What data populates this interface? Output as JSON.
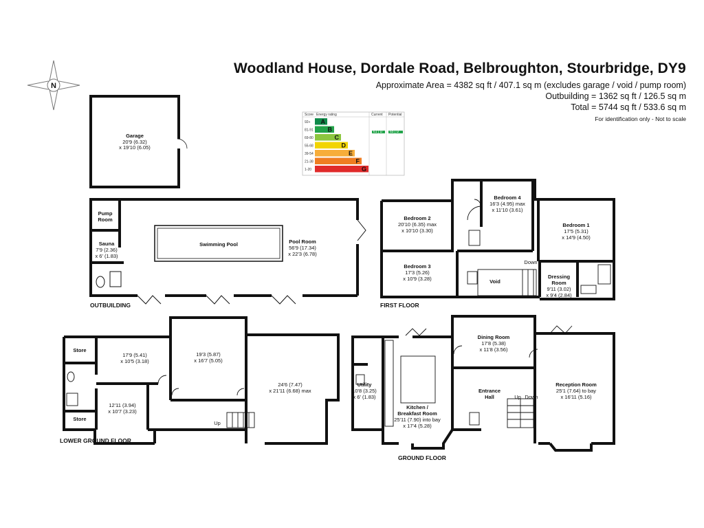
{
  "header": {
    "title": "Woodland House, Dordale Road, Belbroughton, Stourbridge, DY9",
    "area_line1": "Approximate Area = 4382 sq ft / 407.1 sq m (excludes garage / void / pump room)",
    "area_line2": "Outbuilding = 1362 sq ft / 126.5 sq m",
    "area_line3": "Total = 5744 sq ft / 533.6 sq m",
    "note": "For identification only - Not to scale"
  },
  "compass": {
    "label": "N",
    "icon": "compass-icon"
  },
  "epc": {
    "col_score": "Score",
    "col_rating": "Energy rating",
    "col_current": "Current",
    "col_potential": "Potential",
    "current_value": "61 | D",
    "potential_value": "65 | D",
    "bands": [
      {
        "range": "92+",
        "letter": "A",
        "color": "#0e8a4a"
      },
      {
        "range": "81-91",
        "letter": "B",
        "color": "#22a34a"
      },
      {
        "range": "69-80",
        "letter": "C",
        "color": "#8cc63f"
      },
      {
        "range": "55-68",
        "letter": "D",
        "color": "#f2d400"
      },
      {
        "range": "39-54",
        "letter": "E",
        "color": "#f7ad3a"
      },
      {
        "range": "21-38",
        "letter": "F",
        "color": "#ef7d22"
      },
      {
        "range": "1-20",
        "letter": "G",
        "color": "#e02a2a"
      }
    ]
  },
  "garage": {
    "name": "Garage",
    "dim1": "20'9 (6.32)",
    "dim2": "x 19'10 (6.05)"
  },
  "outbuilding": {
    "label": "OUTBUILDING",
    "pump_room_1": "Pump",
    "pump_room_2": "Room",
    "sauna": "Sauna",
    "sauna_dim1": "7'9 (2.36)",
    "sauna_dim2": "x 6' (1.83)",
    "pool": "Swimming Pool",
    "pool_room": "Pool Room",
    "pool_room_dim1": "56'9 (17.34)",
    "pool_room_dim2": "x 22'3 (6.78)"
  },
  "first_floor": {
    "label": "FIRST FLOOR",
    "bed2": "Bedroom 2",
    "bed2_dim1": "20'10 (6.35) max",
    "bed2_dim2": "x 10'10 (3.30)",
    "bed3": "Bedroom 3",
    "bed3_dim1": "17'3 (5.26)",
    "bed3_dim2": "x 10'9 (3.28)",
    "bed4": "Bedroom 4",
    "bed4_dim1": "16'3 (4.95) max",
    "bed4_dim2": "x 11'10 (3.61)",
    "bed1": "Bedroom 1",
    "bed1_dim1": "17'5 (5.31)",
    "bed1_dim2": "x 14'9 (4.50)",
    "void": "Void",
    "down": "Down",
    "dressing_1": "Dressing",
    "dressing_2": "Room",
    "dressing_dim1": "9'11 (3.02)",
    "dressing_dim2": "x 9'4 (2.84)"
  },
  "lower_ground": {
    "label": "LOWER GROUND FLOOR",
    "store": "Store",
    "room1_dim1": "17'9 (5.41)",
    "room1_dim2": "x 10'5 (3.18)",
    "room2_dim1": "19'3 (5.87)",
    "room2_dim2": "x 16'7 (5.05)",
    "room3_dim1": "24'6 (7.47)",
    "room3_dim2": "x 21'11 (6.68) max",
    "room4_dim1": "12'11 (3.94)",
    "room4_dim2": "x 10'7 (3.23)",
    "up": "Up"
  },
  "ground_floor": {
    "label": "GROUND FLOOR",
    "utility": "Utility",
    "utility_dim1": "10'8 (3.25)",
    "utility_dim2": "x 6' (1.83)",
    "kitchen_1": "Kitchen /",
    "kitchen_2": "Breakfast Room",
    "kitchen_dim1": "25'11 (7.90) into bay",
    "kitchen_dim2": "x 17'4 (5.28)",
    "dining": "Dining Room",
    "dining_dim1": "17'8 (5.38)",
    "dining_dim2": "x 11'8 (3.56)",
    "entrance_1": "Entrance",
    "entrance_2": "Hall",
    "up": "Up",
    "down": "Down",
    "reception": "Reception Room",
    "reception_dim1": "25'1 (7.64) to bay",
    "reception_dim2": "x 16'11 (5.16)"
  }
}
